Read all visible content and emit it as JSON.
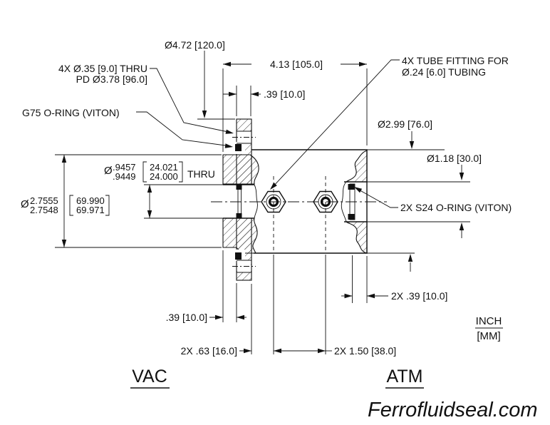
{
  "site_watermark": "Ferrofluidseal.com",
  "units_note": {
    "primary": "INCH",
    "secondary": "[MM]"
  },
  "ports": {
    "left": "VAC",
    "right": "ATM"
  },
  "callouts": {
    "bolt_holes": {
      "line1": "4X Ø.35 [9.0] THRU",
      "line2": "PD Ø3.78 [96.0]"
    },
    "g75_oring": "G75 O-RING (VITON)",
    "tube_fitting": {
      "line1": "4X TUBE FITTING FOR",
      "line2": "Ø.24 [6.0] TUBING"
    },
    "s24_oring": "2X S24 O-RING (VITON)"
  },
  "dimensions": {
    "flange_od": "Ø4.72 [120.0]",
    "overall_length": "4.13 [105.0]",
    "flange_thickness": ".39 [10.0]",
    "body_od": "Ø2.99 [76.0]",
    "bore_od": "Ø1.18 [30.0]",
    "shaft_bore": {
      "prefix": "Ø",
      "inch_high": ".9457",
      "inch_low": ".9449",
      "mm_high": "24.021",
      "mm_low": "24.000",
      "suffix": "THRU",
      "full": "Ø.9457/.9449 [24.021/24.000] THRU"
    },
    "pilot_od": {
      "prefix": "Ø",
      "inch_high": "2.7555",
      "inch_low": "2.7548",
      "mm_high": "69.990",
      "mm_low": "69.971",
      "full": "Ø2.7555/2.7548 [69.990/69.971]"
    },
    "hub_protrusion": ".39 [10.0]",
    "port_offset": "2X .63 [16.0]",
    "port_spacing": "2X 1.50 [38.0]",
    "groove_offset": "2X .39 [10.0]"
  },
  "colors": {
    "line": "#111111",
    "background": "#ffffff"
  }
}
